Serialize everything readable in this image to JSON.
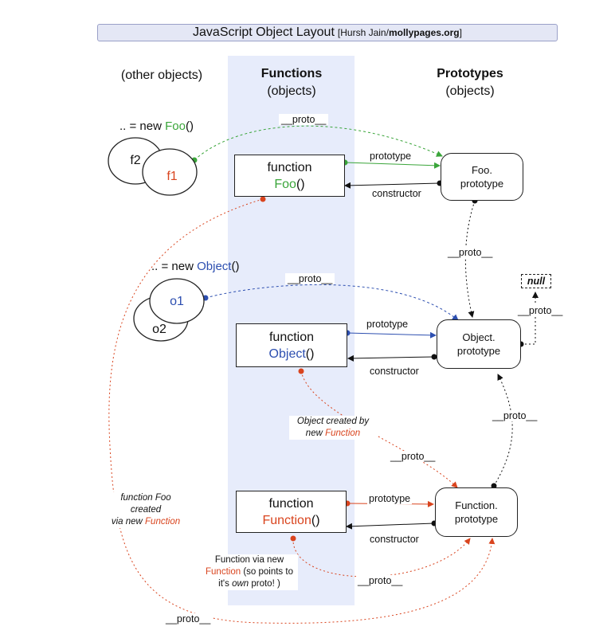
{
  "title": {
    "main": "JavaScript Object Layout",
    "credit_prefix": "[Hursh Jain/",
    "credit_site": "mollypages.org",
    "credit_suffix": "]"
  },
  "columns": {
    "other": "(other objects)",
    "functions": "Functions",
    "functions_sub": "(objects)",
    "prototypes": "Prototypes",
    "prototypes_sub": "(objects)"
  },
  "instances": {
    "foo_new_prefix": ".. = new ",
    "foo_new_name": "Foo",
    "foo_new_suffix": "()",
    "f2": "f2",
    "f1": "f1",
    "object_new_prefix": ".. = new ",
    "object_new_name": "Object",
    "object_new_suffix": "()",
    "o1": "o1",
    "o2": "o2"
  },
  "functions": {
    "foo_word": "function",
    "foo_name": "Foo",
    "foo_suffix": "()",
    "object_word": "function",
    "object_name": "Object",
    "object_suffix": "()",
    "function_word": "function",
    "function_name": "Function",
    "function_suffix": "()"
  },
  "prototypes": {
    "foo_line1": "Foo.",
    "foo_line2": "prototype",
    "object_line1": "Object.",
    "object_line2": "prototype",
    "function_line1": "Function.",
    "function_line2": "prototype",
    "null": "null"
  },
  "links": {
    "proto": "__proto__",
    "prototype": "prototype",
    "constructor": "constructor"
  },
  "notes": {
    "object_created_line1": "Object created by",
    "object_created_line2_prefix": "new ",
    "object_created_line2_name": "Function",
    "foo_created_line1": "function Foo",
    "foo_created_line2": "created",
    "foo_created_line3_prefix": "via new ",
    "foo_created_line3_name": "Function",
    "own_line1": "Function via new",
    "own_line2_name": "Function",
    "own_line2_suffix": " (so points to",
    "own_line3_prefix": "it's ",
    "own_line3_em": "own",
    "own_line3_suffix": " proto! )"
  },
  "colors": {
    "green": "#3aa53a",
    "blue": "#2d4fb0",
    "red": "#d9441e",
    "black": "#111111",
    "band": "#e7ecfb"
  }
}
